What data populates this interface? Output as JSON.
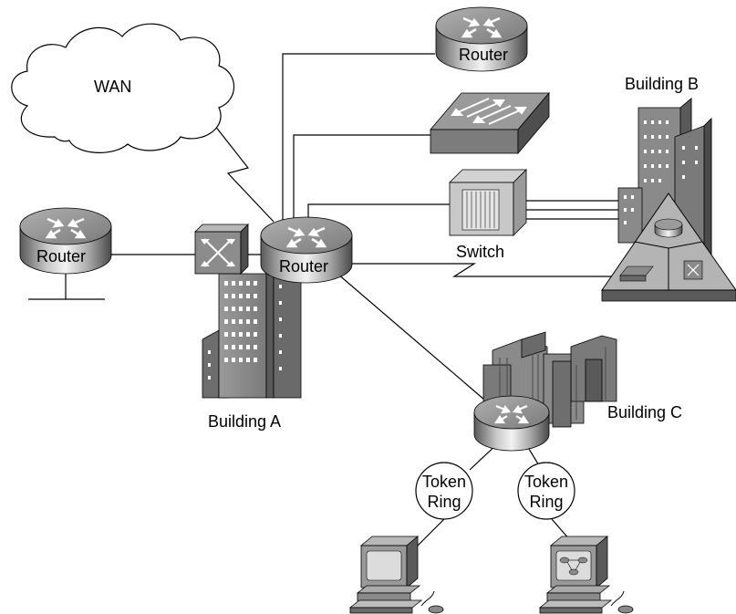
{
  "labels": {
    "wan": "WAN",
    "router_top": "Router",
    "router_left": "Router",
    "router_center": "Router",
    "switch": "Switch",
    "building_a": "Building A",
    "building_b": "Building B",
    "building_c": "Building C",
    "token_ring_1_line1": "Token",
    "token_ring_1_line2": "Ring",
    "token_ring_2_line1": "Token",
    "token_ring_2_line2": "Ring"
  },
  "icons": [
    "cloud-icon",
    "router-icon",
    "workgroup-switch-icon",
    "lan-switch-icon",
    "atm-switch-icon",
    "building-icon",
    "multilayer-switch-icon",
    "workstation-icon",
    "network-management-workstation-icon"
  ],
  "colors": {
    "device_gray": "#8c8c8c",
    "device_light": "#c8c8c8",
    "device_dark": "#4a4a4a",
    "line": "#000000"
  }
}
